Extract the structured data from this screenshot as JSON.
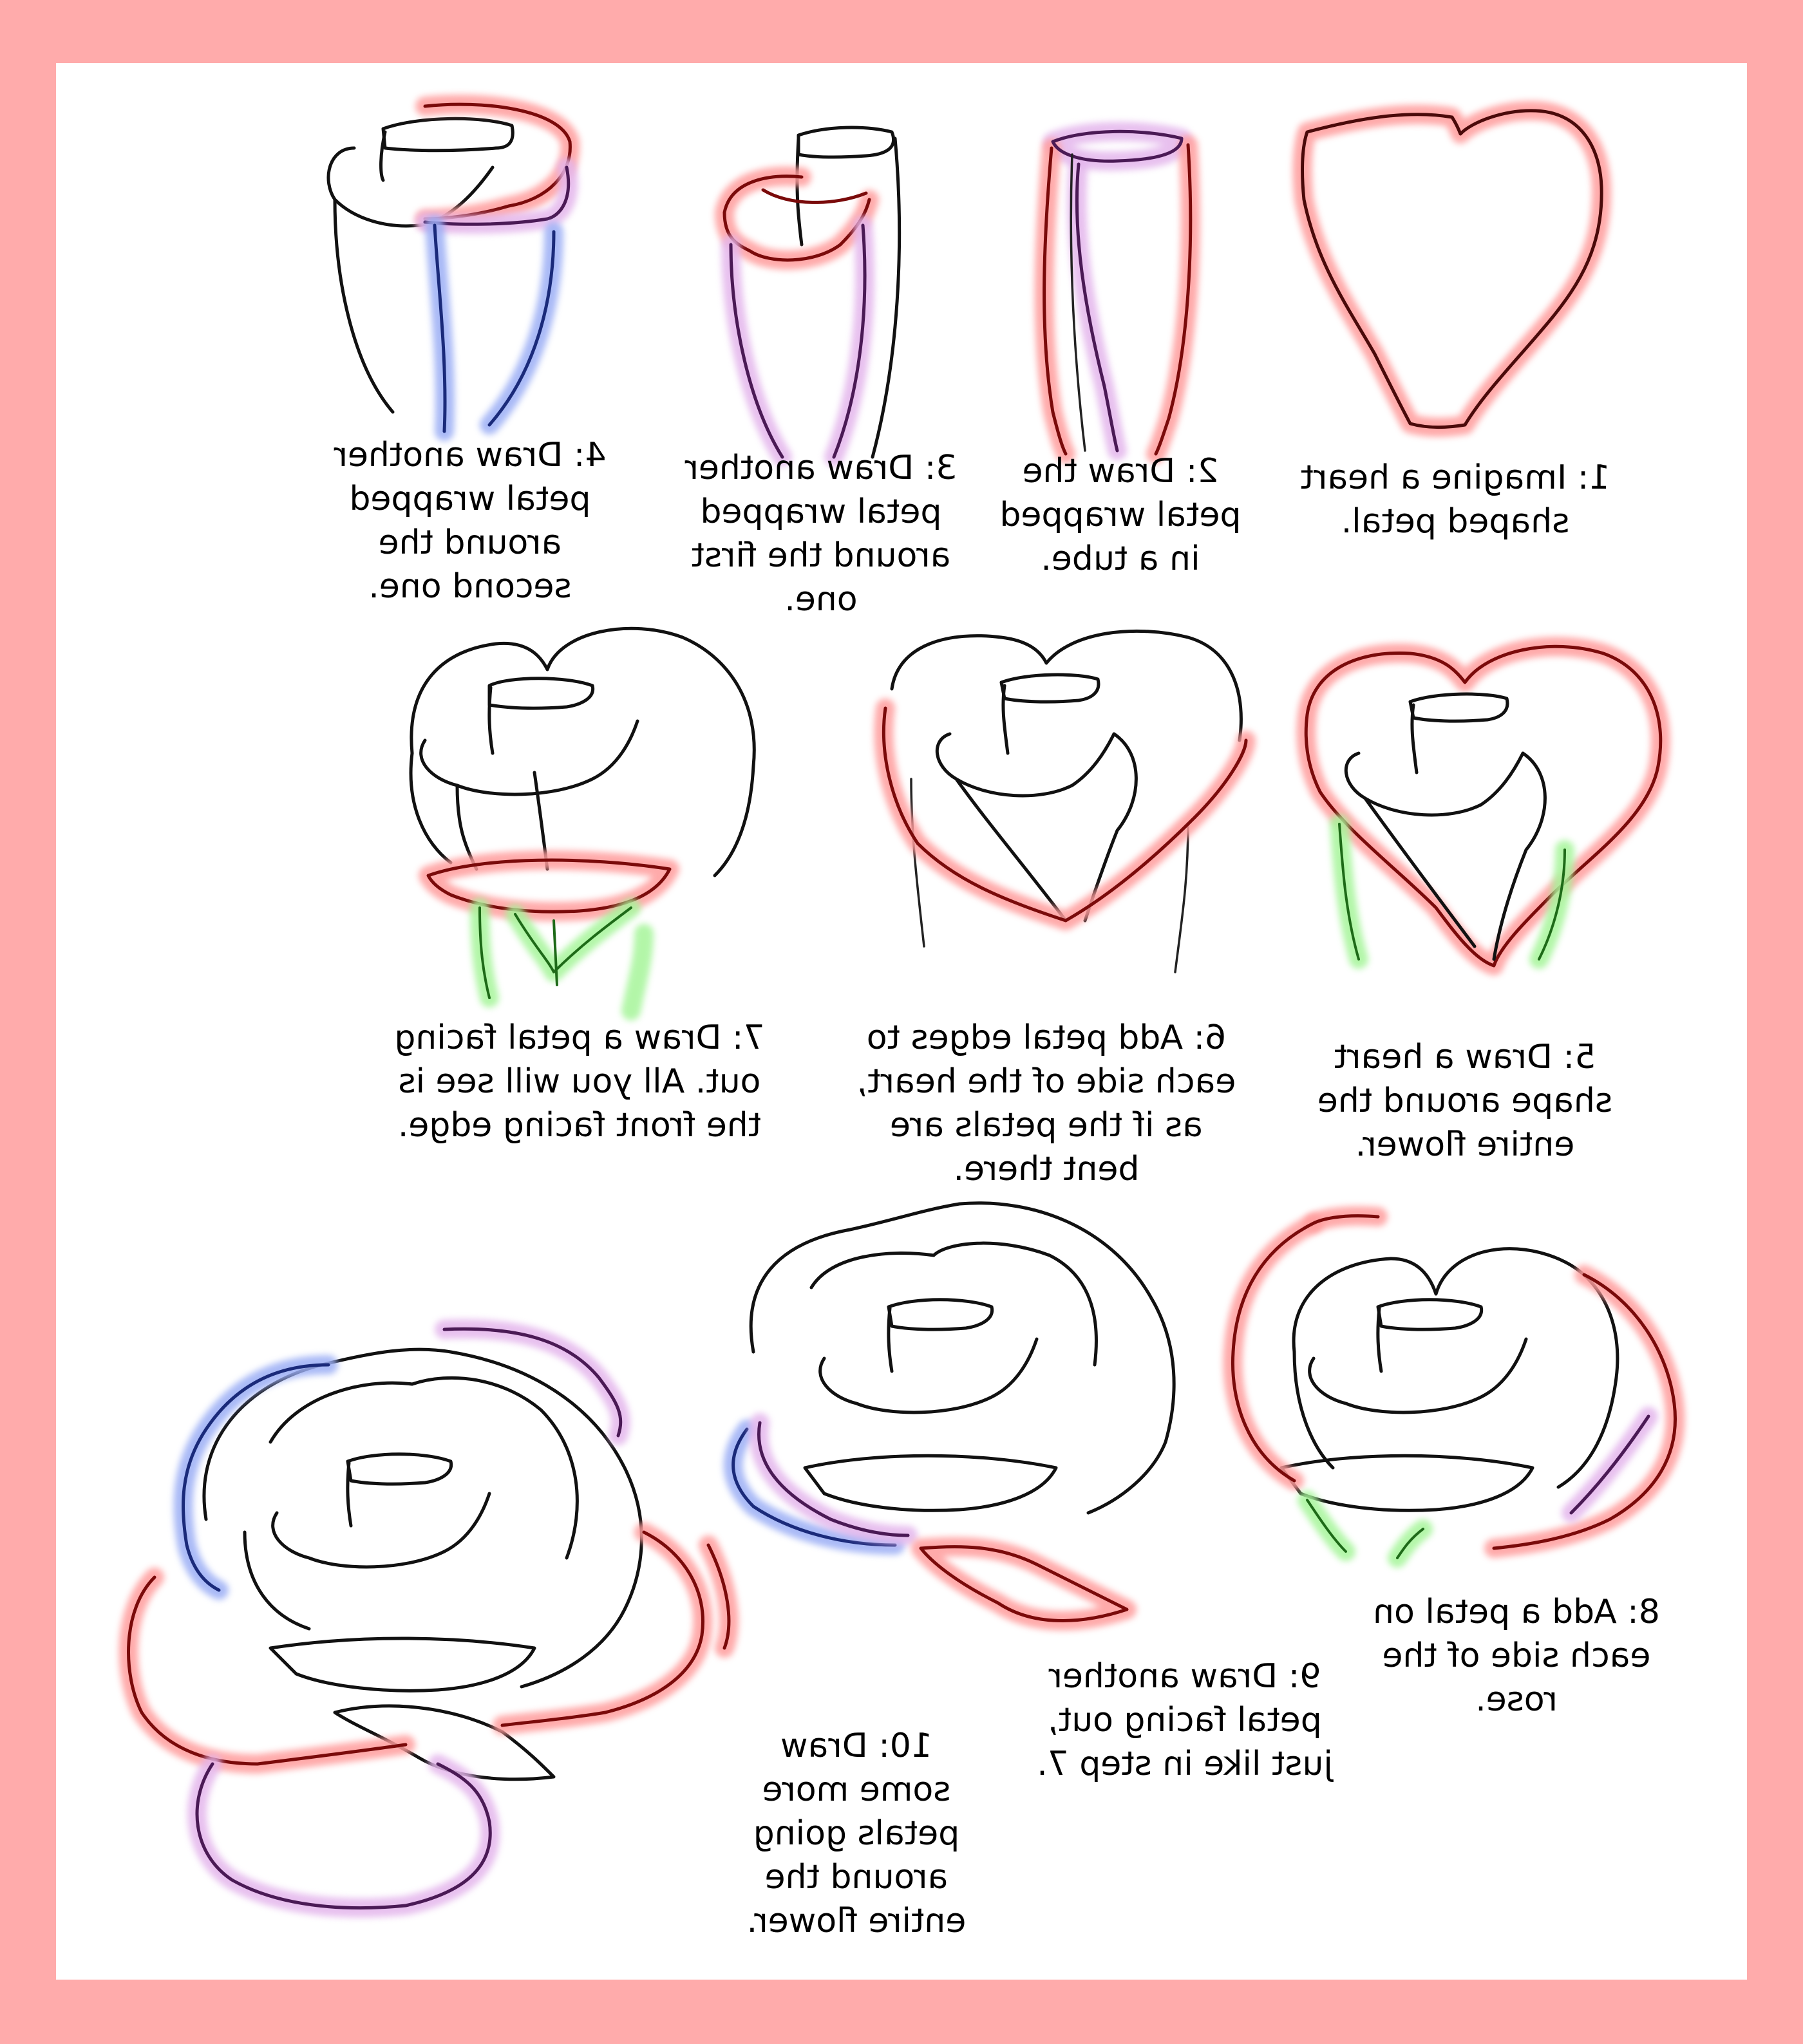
{
  "page": {
    "frame_color": "#FFABAB",
    "sheet_color": "#FFFFFF",
    "text_mirrored": true
  },
  "highlight_colors": {
    "red": "#FF9C9C",
    "purple": "#E4B6EC",
    "blue": "#9BAEF5",
    "green": "#A6F59A",
    "ink": "#111111"
  },
  "steps": [
    {
      "number": 1,
      "caption": "1: Imagine a heart\nshaped petal.",
      "drawing": "heart-petal",
      "highlights": [
        "red"
      ]
    },
    {
      "number": 2,
      "caption": "2: Draw the\npetal wrapped\nin a tube.",
      "drawing": "petal-tube",
      "highlights": [
        "red",
        "purple"
      ]
    },
    {
      "number": 3,
      "caption": "3: Draw another\npetal wrapped\naround the first\none.",
      "drawing": "tube-second-petal",
      "highlights": [
        "red",
        "purple"
      ]
    },
    {
      "number": 4,
      "caption": "4: Draw another\npetal wrapped\naround the\nsecond one.",
      "drawing": "tube-third-petal",
      "highlights": [
        "red",
        "purple",
        "blue"
      ]
    },
    {
      "number": 5,
      "caption": "5: Draw a heart\nshape around the\nentire flower.",
      "drawing": "bud-heart-outline",
      "highlights": [
        "red",
        "green"
      ]
    },
    {
      "number": 6,
      "caption": "6: Add petal edges to\neach side of the heart,\nas if the petals are\nbent there.",
      "drawing": "bud-petal-edges",
      "highlights": [
        "red"
      ]
    },
    {
      "number": 7,
      "caption": "7: Draw a petal facing\nout.  All you will see is\nthe front facing edge.",
      "drawing": "rose-front-petal",
      "highlights": [
        "red",
        "green"
      ]
    },
    {
      "number": 8,
      "caption": "8: Add a petal on\neach side of the\nrose.",
      "drawing": "rose-side-petals",
      "highlights": [
        "red",
        "purple",
        "green"
      ]
    },
    {
      "number": 9,
      "caption": "9: Draw another\npetal facing out,\njust like in step 7.",
      "drawing": "rose-second-front-petal",
      "highlights": [
        "red",
        "purple",
        "blue"
      ]
    },
    {
      "number": 10,
      "caption": "10: Draw\nsome more\npetals going\naround the\nentire flower.",
      "drawing": "rose-full-bloom",
      "highlights": [
        "red",
        "purple",
        "blue"
      ]
    }
  ]
}
